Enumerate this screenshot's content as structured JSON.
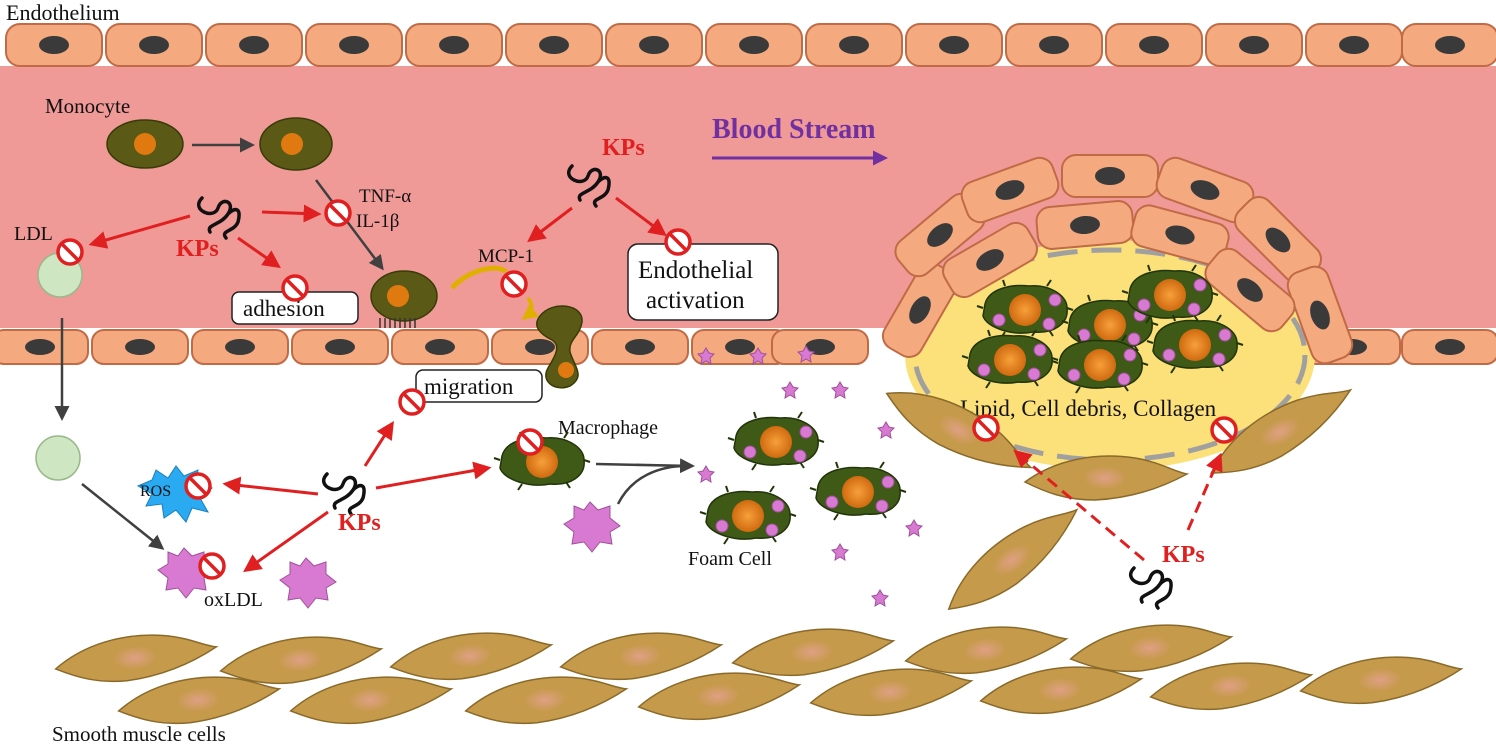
{
  "labels": {
    "endothelium": "Endothelium",
    "monocyte": "Monocyte",
    "blood_stream": "Blood Stream",
    "ldl": "LDL",
    "kps": "KPs",
    "tnf": "TNF-α",
    "il1b": "IL-1β",
    "adhesion": "adhesion",
    "mcp1": "MCP-1",
    "endothelial_activation_1": "Endothelial",
    "endothelial_activation_2": "activation",
    "migration": "migration",
    "macrophage": "Macrophage",
    "ros": "ROS",
    "oxldl": "oxLDL",
    "foam_cell": "Foam Cell",
    "plaque_core": "Lipid, Cell debris, Collagen",
    "smooth_muscle": "Smooth muscle cells"
  },
  "colors": {
    "lumen": "#f09a98",
    "endothelial_cell": "#f4aa7e",
    "endothelial_border": "#c06a46",
    "nucleus": "#3a3a3a",
    "monocyte": "#5a5a16",
    "monocyte_nucleus": "#e07a10",
    "kps_red": "#e02020",
    "inhibit_red": "#e02020",
    "ldl": "#cfe6c2",
    "oxldl": "#d87ad2",
    "ros": "#2aaaf0",
    "blood_stream": "#7030a0",
    "plaque_core": "#fce07a",
    "smooth_muscle": "#c59a4a",
    "arrow_gray": "#404040"
  },
  "icons": [
    "inhibit-icon",
    "kps-molecule-icon",
    "ldl-particle-icon",
    "oxldl-particle-icon",
    "ros-burst-icon",
    "macrophage-icon",
    "foam-cell-icon",
    "monocyte-icon",
    "smooth-muscle-cell-icon",
    "endothelial-cell-icon"
  ]
}
